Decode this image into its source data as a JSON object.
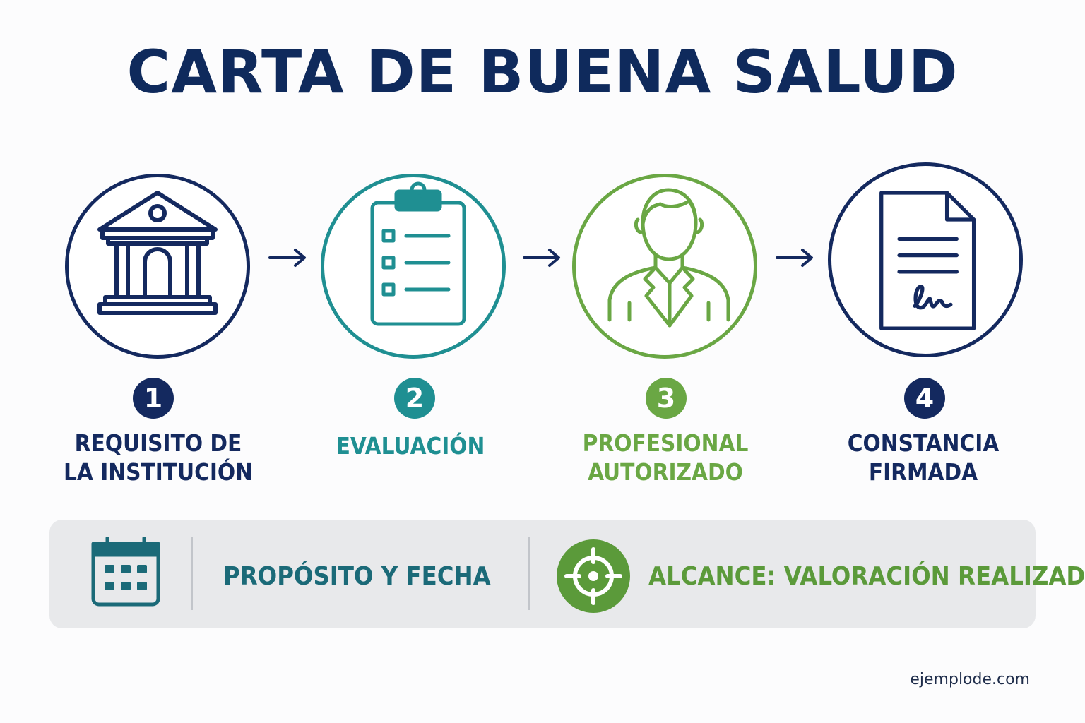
{
  "title": "CARTA DE BUENA SALUD",
  "colors": {
    "navy": "#14295f",
    "teal": "#1f8f92",
    "green": "#6aa744",
    "bar_background": "#e8e9eb"
  },
  "steps": [
    {
      "number": "1",
      "label": "REQUISITO DE\nLA INSTITUCIÓN",
      "icon": "institution-building-icon",
      "color": "#14295f"
    },
    {
      "number": "2",
      "label": "EVALUACIÓN",
      "icon": "clipboard-checklist-icon",
      "color": "#1f8f92"
    },
    {
      "number": "3",
      "label": "PROFESIONAL\nAUTORIZADO",
      "icon": "professional-person-icon",
      "color": "#6aa744"
    },
    {
      "number": "4",
      "label": "CONSTANCIA\nFIRMADA",
      "icon": "signed-document-icon",
      "color": "#14295f"
    }
  ],
  "info_bar": {
    "purpose": {
      "text": "PROPÓSITO Y FECHA",
      "icon": "calendar-icon",
      "color": "#1b6a78"
    },
    "scope": {
      "text": "ALCANCE: VALORACIÓN REALIZADA",
      "icon": "target-icon",
      "color": "#5b9a3a"
    }
  },
  "footer": "ejemplode.com"
}
